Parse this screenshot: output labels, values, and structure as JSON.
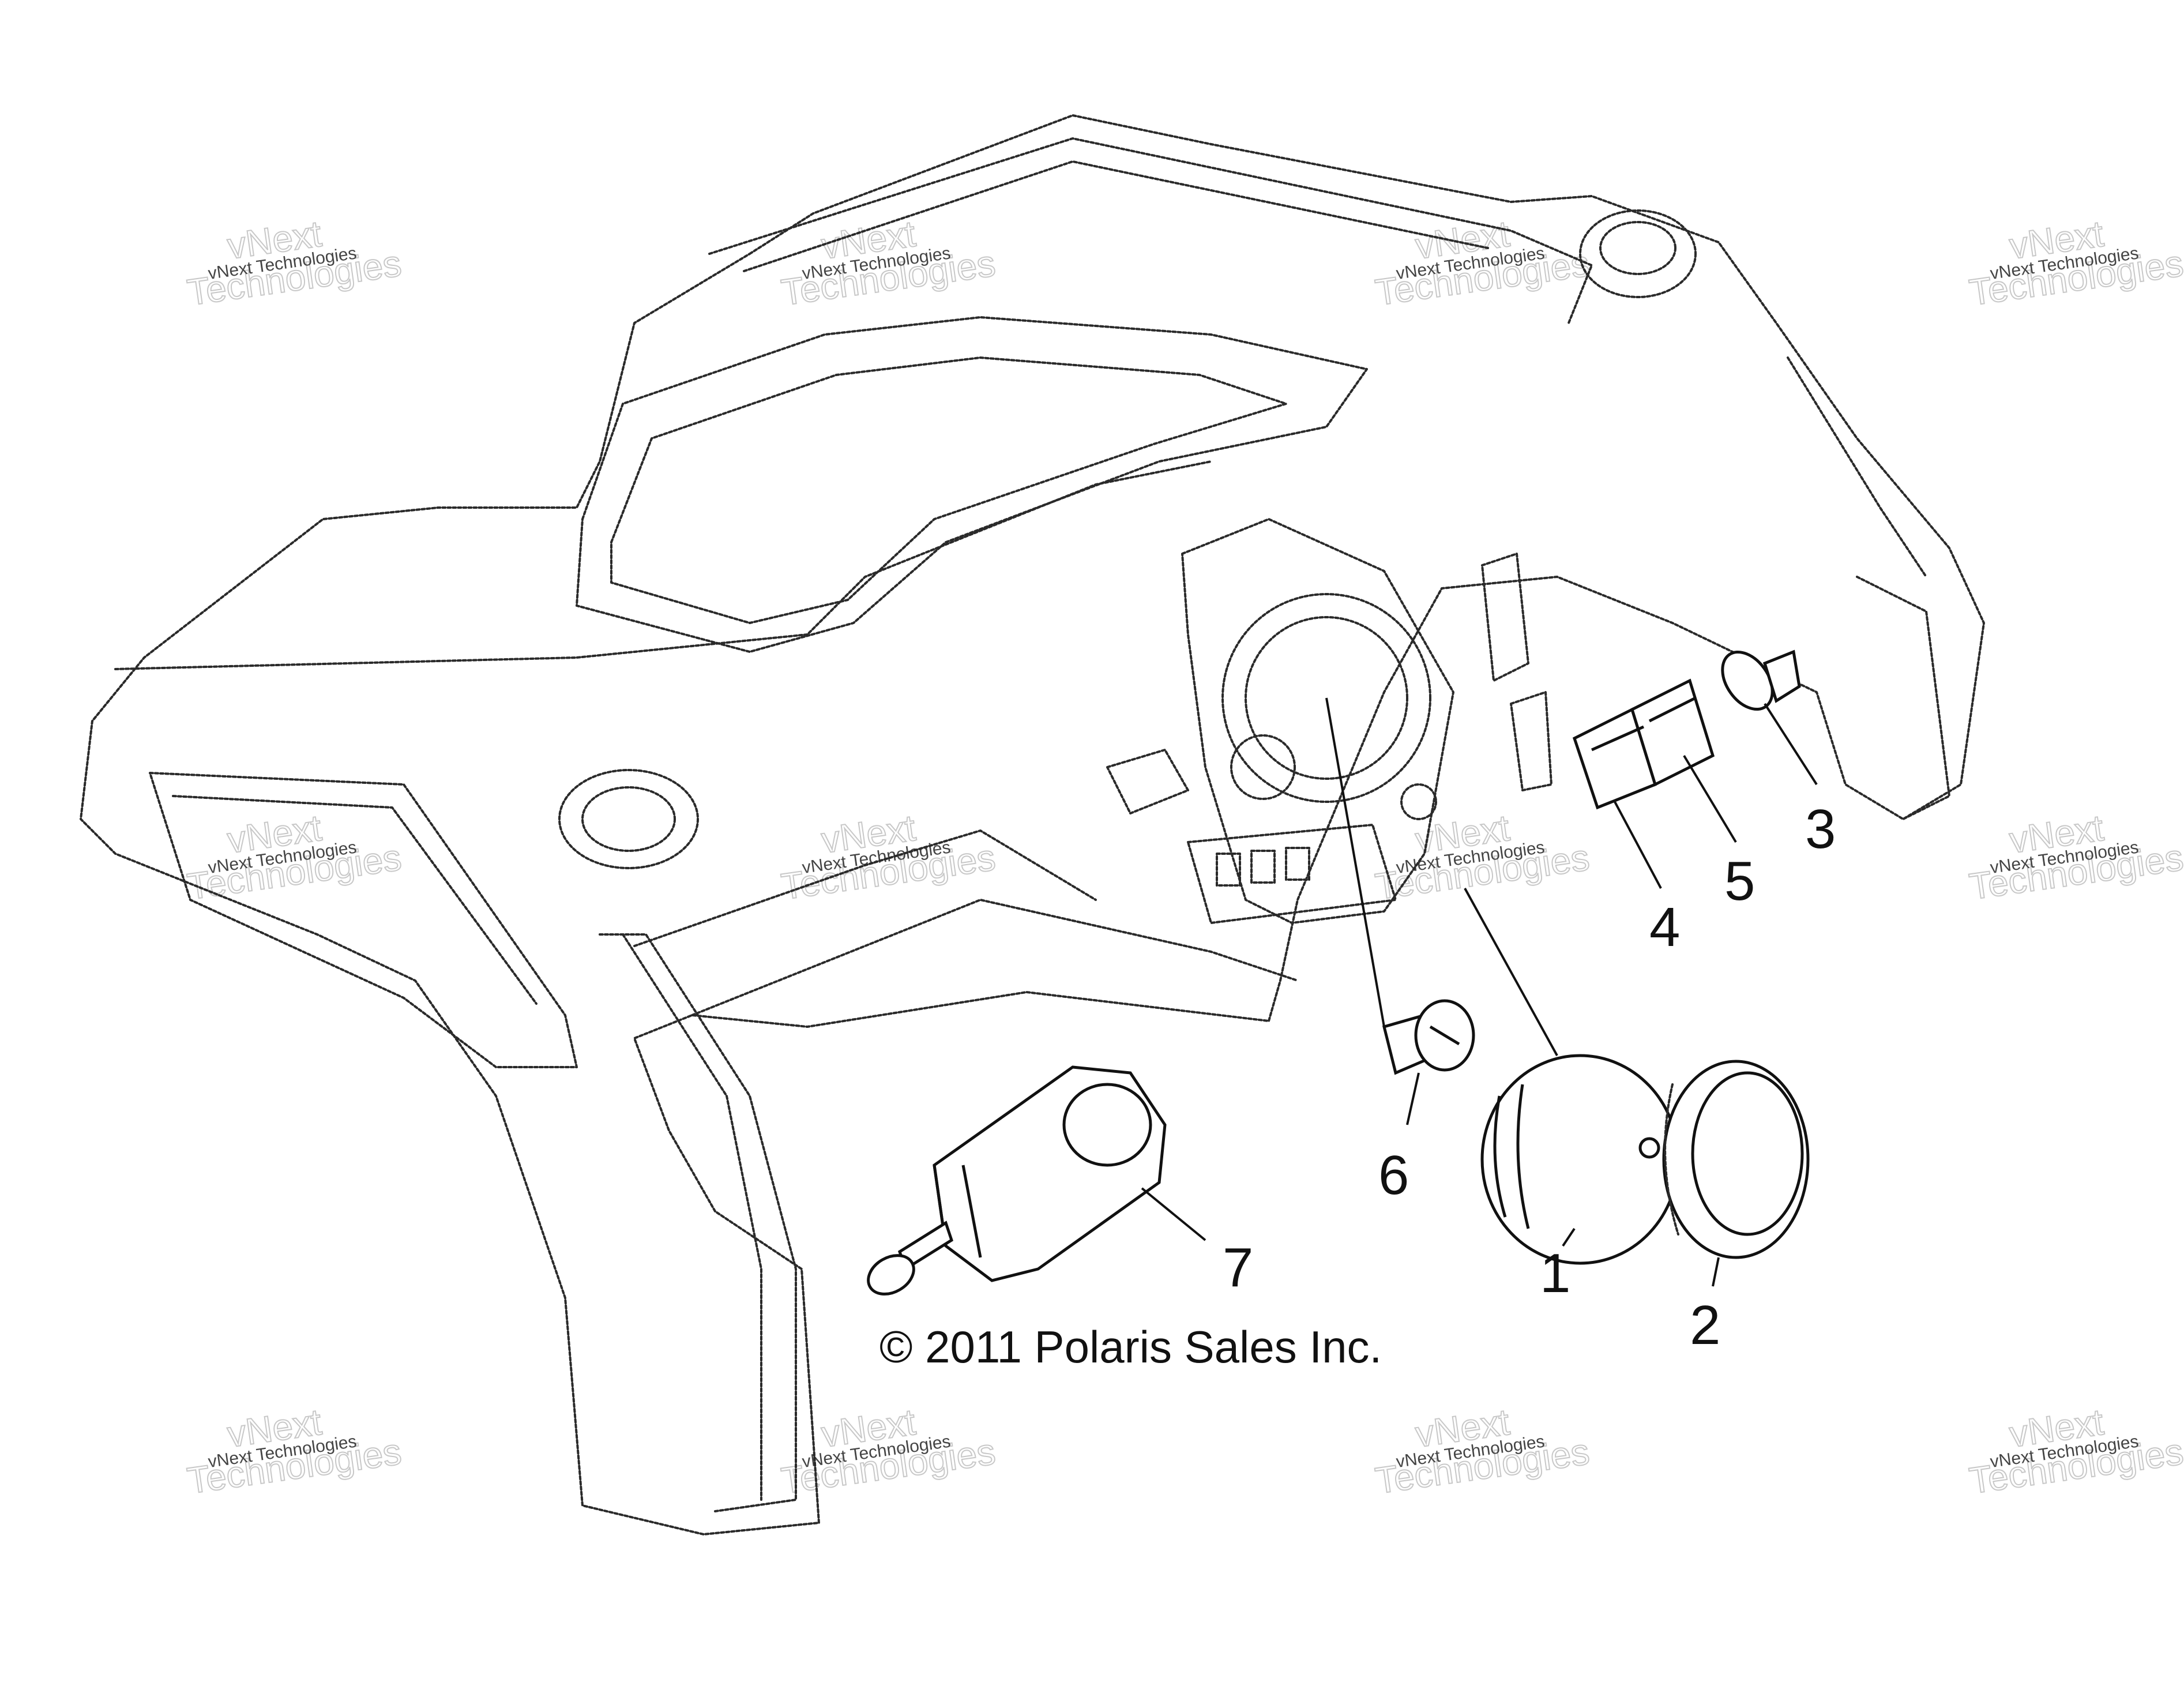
{
  "callouts": {
    "c1": "1",
    "c2": "2",
    "c3": "3",
    "c4": "4",
    "c5": "5",
    "c6": "6",
    "c7": "7"
  },
  "copyright": "© 2011 Polaris Sales Inc.",
  "watermark": {
    "line1": "vNext Technologies",
    "line2": "vNext",
    "line3": "Technologies"
  }
}
